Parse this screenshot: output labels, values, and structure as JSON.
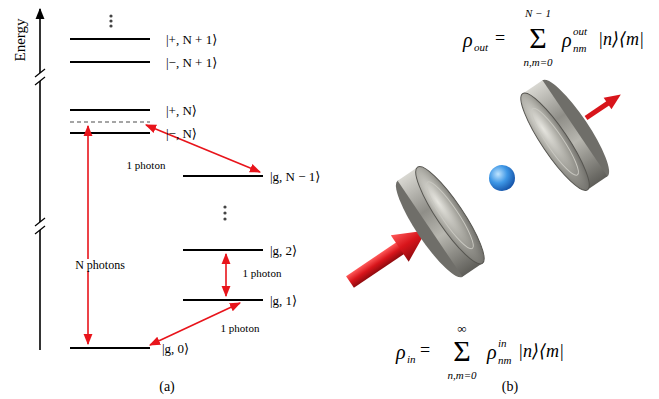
{
  "diagram": {
    "labels": [
      "Energy",
      "|+, N + 1⟩",
      "|−, N + 1⟩",
      "|+, N⟩",
      "|−, N⟩",
      "1 photon",
      "|g, N − 1⟩",
      "N photons",
      "|g, 2⟩",
      "1 photon",
      "|g, 1⟩",
      "1 photon",
      "|g, 0⟩",
      "(a)",
      "(b)",
      "ρ",
      "out",
      "=",
      "N − 1",
      "Σ",
      "n,m=0",
      "ρ",
      "out",
      "nm",
      "|n⟩⟨m|",
      "ρ",
      "in",
      "=",
      "∞",
      "Σ",
      "n,m=0",
      "ρ",
      "in",
      "nm",
      "|n⟩⟨m|"
    ]
  }
}
